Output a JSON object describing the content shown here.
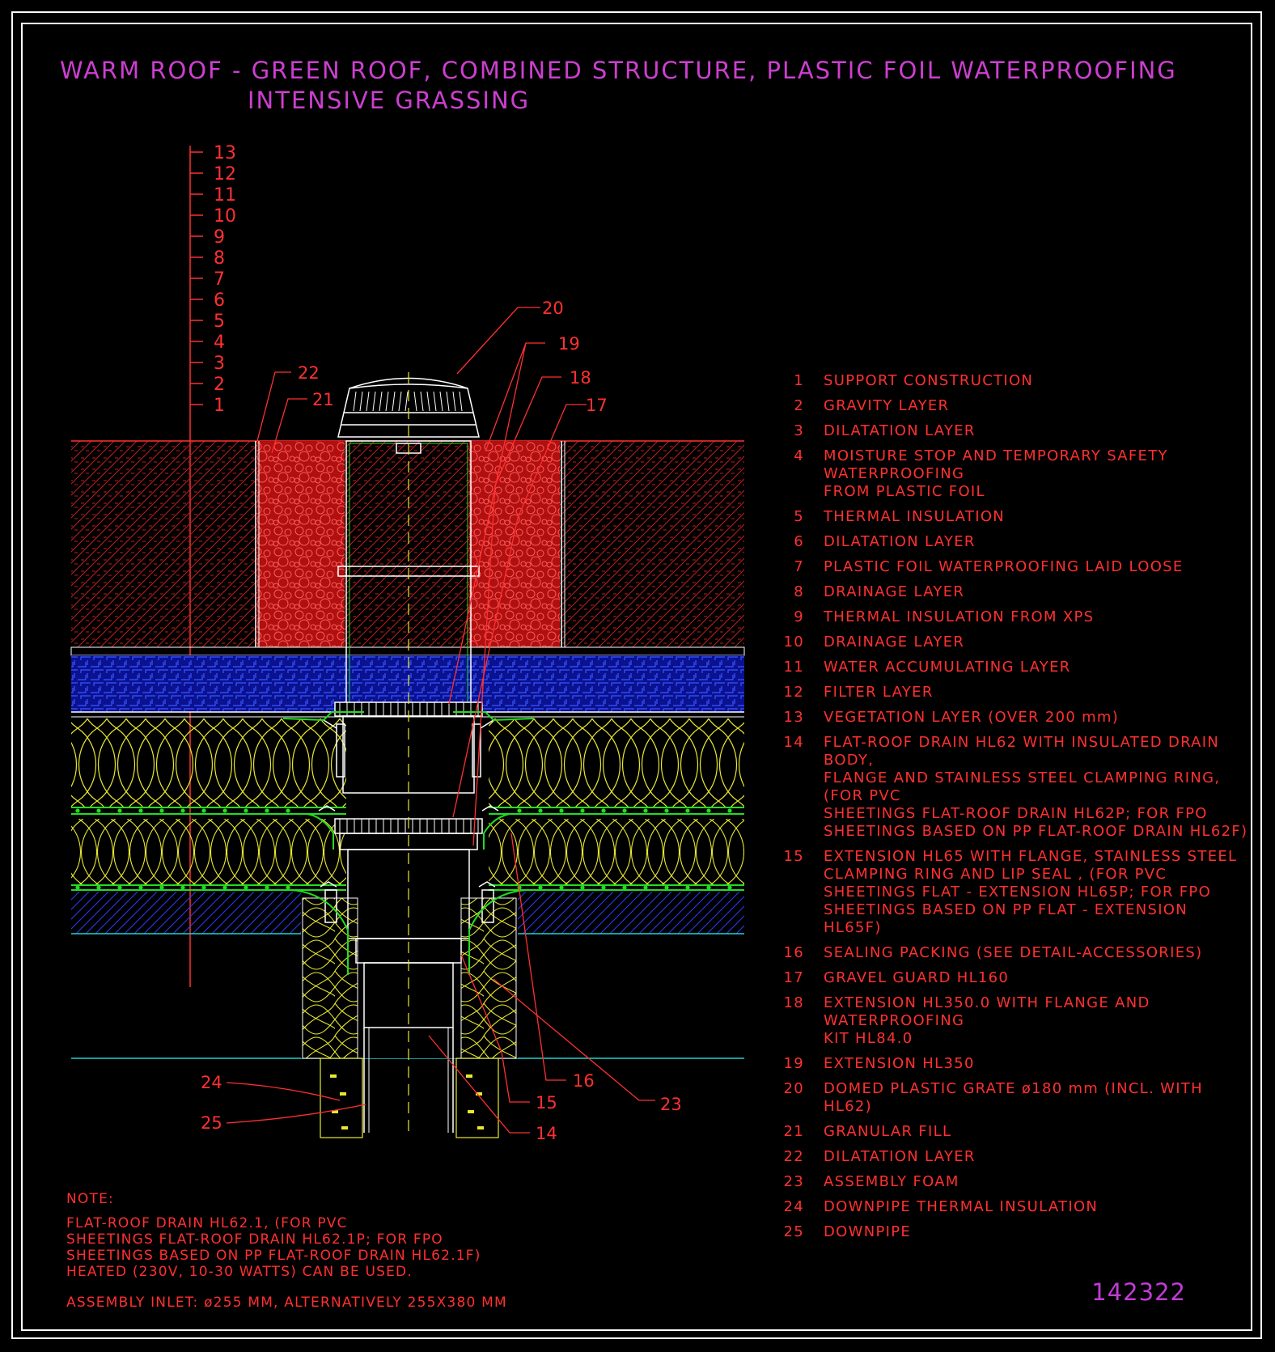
{
  "title": {
    "line1": "WARM ROOF - GREEN ROOF, COMBINED STRUCTURE, PLASTIC FOIL WATERPROOFING",
    "line2": "INTENSIVE GRASSING"
  },
  "drawing_id": "142322",
  "layer_scale": [
    "13",
    "12",
    "11",
    "10",
    "9",
    "8",
    "7",
    "6",
    "5",
    "4",
    "3",
    "2",
    "1"
  ],
  "callouts": {
    "c20": "20",
    "c19": "19",
    "c18": "18",
    "c17": "17",
    "c22": "22",
    "c21": "21",
    "c24": "24",
    "c25": "25",
    "c16": "16",
    "c15": "15",
    "c14": "14",
    "c23": "23"
  },
  "legend": [
    {
      "num": "1",
      "lines": [
        "SUPPORT CONSTRUCTION"
      ]
    },
    {
      "num": "2",
      "lines": [
        "GRAVITY LAYER"
      ]
    },
    {
      "num": "3",
      "lines": [
        "DILATATION LAYER"
      ]
    },
    {
      "num": "4",
      "lines": [
        "MOISTURE STOP AND TEMPORARY SAFETY WATERPROOFING",
        "FROM PLASTIC FOIL"
      ]
    },
    {
      "num": "5",
      "lines": [
        "THERMAL INSULATION"
      ]
    },
    {
      "num": "6",
      "lines": [
        "DILATATION LAYER"
      ]
    },
    {
      "num": "7",
      "lines": [
        "PLASTIC FOIL WATERPROOFING LAID LOOSE"
      ]
    },
    {
      "num": "8",
      "lines": [
        "DRAINAGE LAYER"
      ]
    },
    {
      "num": "9",
      "lines": [
        "THERMAL INSULATION FROM XPS"
      ]
    },
    {
      "num": "10",
      "lines": [
        "DRAINAGE LAYER"
      ]
    },
    {
      "num": "11",
      "lines": [
        "WATER ACCUMULATING LAYER"
      ]
    },
    {
      "num": "12",
      "lines": [
        "FILTER LAYER"
      ]
    },
    {
      "num": "13",
      "lines": [
        "VEGETATION LAYER (OVER 200 mm)"
      ]
    },
    {
      "num": "14",
      "lines": [
        "FLAT-ROOF DRAIN HL62 WITH INSULATED DRAIN BODY,",
        "FLANGE AND STAINLESS STEEL CLAMPING RING, (FOR PVC",
        "SHEETINGS FLAT-ROOF DRAIN HL62P; FOR FPO",
        "SHEETINGS BASED ON PP FLAT-ROOF DRAIN HL62F)"
      ]
    },
    {
      "num": "15",
      "lines": [
        "EXTENSION HL65 WITH FLANGE, STAINLESS STEEL",
        "CLAMPING RING AND LIP SEAL , (FOR PVC",
        "SHEETINGS FLAT - EXTENSION HL65P; FOR FPO",
        "SHEETINGS BASED ON PP FLAT - EXTENSION HL65F)"
      ]
    },
    {
      "num": "16",
      "lines": [
        "SEALING PACKING (SEE DETAIL-ACCESSORIES)"
      ]
    },
    {
      "num": "17",
      "lines": [
        "GRAVEL GUARD HL160"
      ]
    },
    {
      "num": "18",
      "lines": [
        "EXTENSION HL350.0 WITH FLANGE AND WATERPROOFING",
        "KIT HL84.0"
      ]
    },
    {
      "num": "19",
      "lines": [
        "EXTENSION HL350"
      ]
    },
    {
      "num": "20",
      "lines": [
        "DOMED PLASTIC GRATE ø180 mm (INCL. WITH HL62)"
      ]
    },
    {
      "num": "21",
      "lines": [
        "GRANULAR FILL"
      ]
    },
    {
      "num": "22",
      "lines": [
        "DILATATION LAYER"
      ]
    },
    {
      "num": "23",
      "lines": [
        "ASSEMBLY FOAM"
      ]
    },
    {
      "num": "24",
      "lines": [
        "DOWNPIPE THERMAL INSULATION"
      ]
    },
    {
      "num": "25",
      "lines": [
        "DOWNPIPE"
      ]
    }
  ],
  "note": {
    "heading": "NOTE:",
    "lines": [
      "FLAT-ROOF DRAIN HL62.1, (FOR PVC",
      "SHEETINGS FLAT-ROOF DRAIN HL62.1P; FOR FPO",
      "SHEETINGS BASED ON PP FLAT-ROOF DRAIN HL62.1F)",
      "HEATED (230V, 10-30 WATTS) CAN BE USED."
    ],
    "inlet": "ASSEMBLY INLET: ø255 MM, ALTERNATIVELY 255X380 MM"
  },
  "colors": {
    "background": "#000000",
    "frame": "#ffffff",
    "title": "#cc3fd0",
    "text": "#ff3030",
    "insulation": "#e8e830",
    "drainage": "#2a3cff",
    "membrane": "#22dd22",
    "drain": "#ffffff",
    "cyan": "#22d0d0"
  }
}
